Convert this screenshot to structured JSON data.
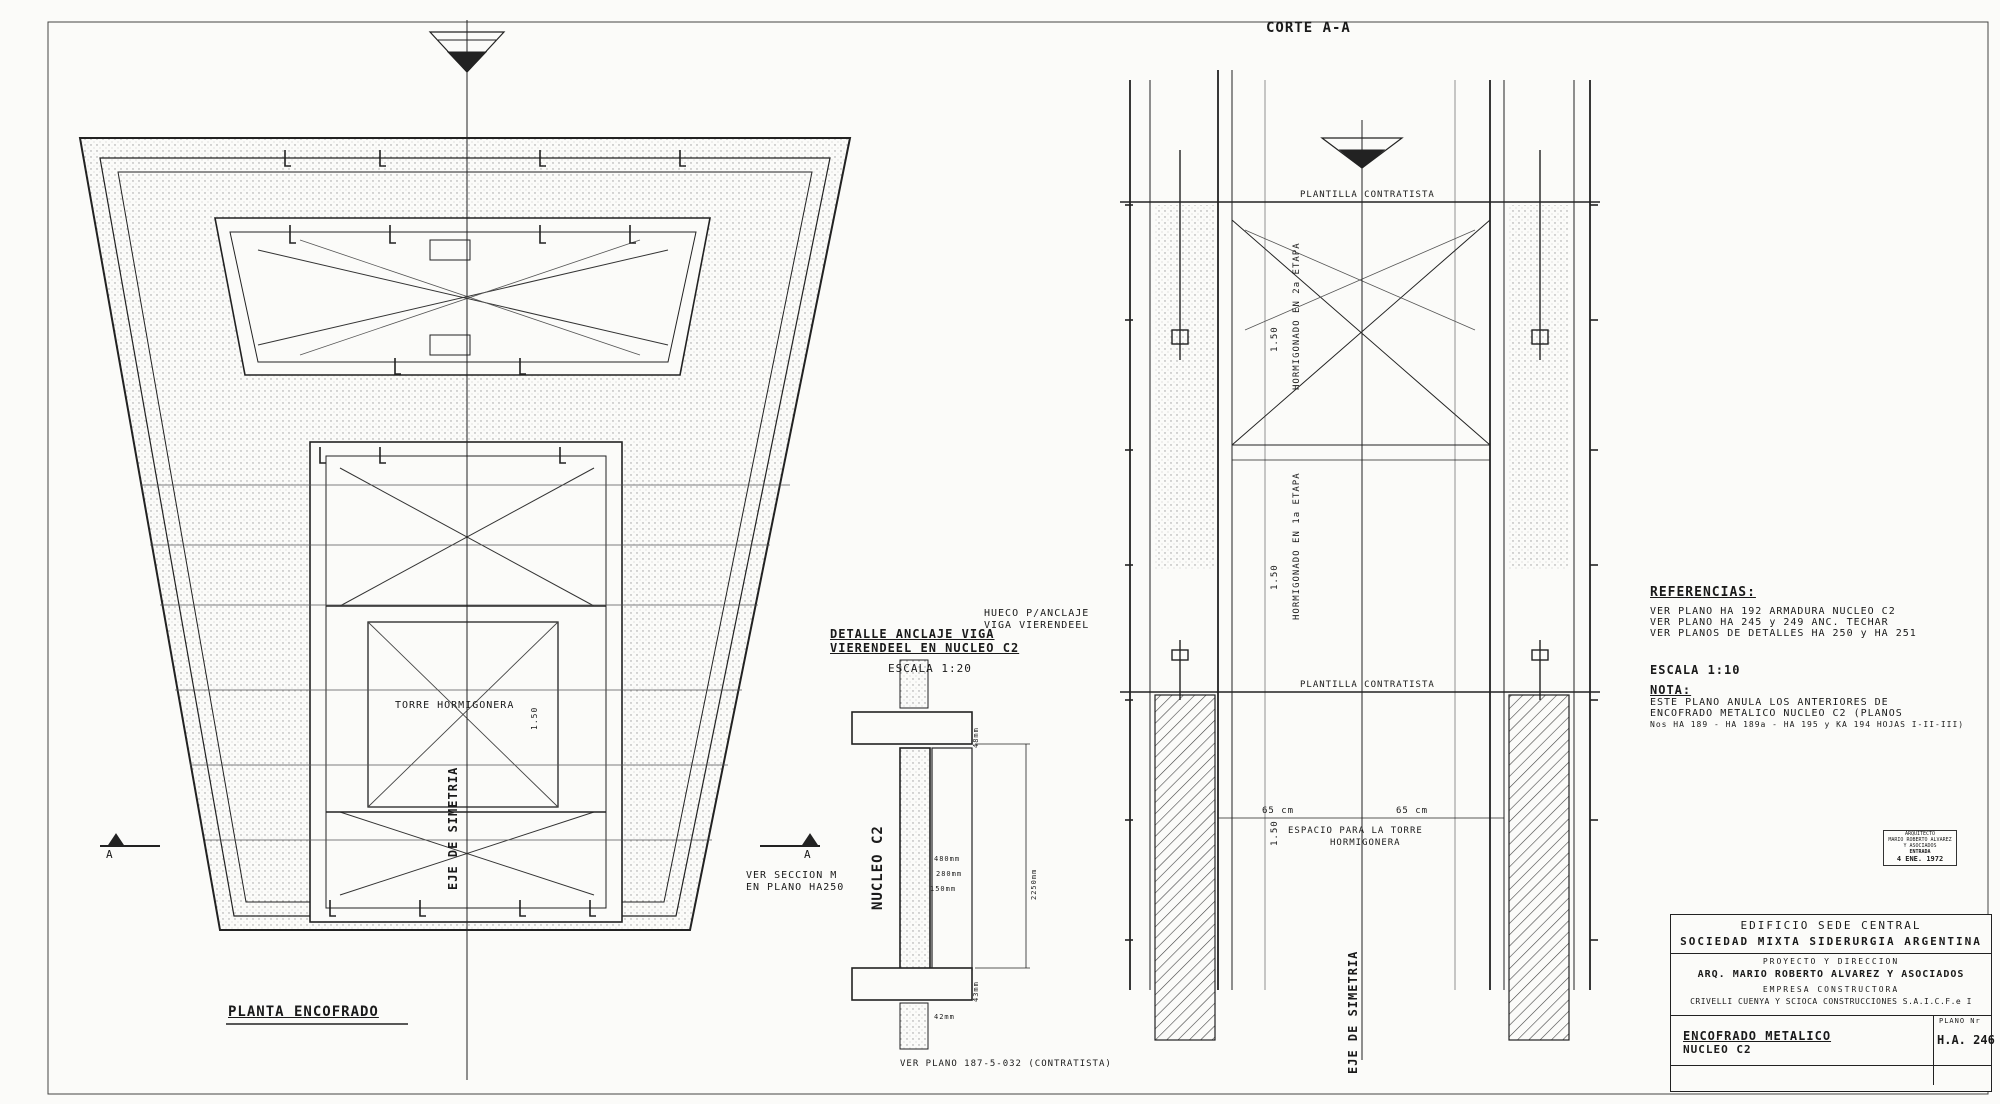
{
  "drawing": {
    "plan_title": "PLANTA ENCOFRADO",
    "section_title": "CORTE A-A",
    "axis_label": "EJE DE SIMETRIA",
    "section_marker": "A",
    "tower_label": "TORRE HORMIGONERA",
    "dim_150": "1.50",
    "see_section": [
      "VER SECCION M",
      "EN PLANO HA250"
    ]
  },
  "detail": {
    "title_line1": "DETALLE ANCLAJE VIGA",
    "title_line2": "VIERENDEEL EN NUCLEO C2",
    "scale": "ESCALA 1:20",
    "hole_note": [
      "HUECO P/ANCLAJE",
      "VIGA VIERENDEEL"
    ],
    "core_label": "NUCLEO C2",
    "see_plan": "VER PLANO 187-5-032 (CONTRATISTA)",
    "dims": [
      "48mm",
      "2250mm",
      "43mm",
      "480mm",
      "280mm",
      "150mm",
      "42mm"
    ]
  },
  "section": {
    "plantilla_top": "PLANTILLA CONTRATISTA",
    "plantilla_mid": "PLANTILLA CONTRATISTA",
    "stage2": "HORMIGONADO EN 2a ETAPA",
    "stage1": "HORMIGONADO EN 1a ETAPA",
    "space_note": [
      "ESPACIO PARA LA TORRE",
      "HORMIGONERA"
    ],
    "dim_left": "65 cm",
    "dim_right": "65 cm"
  },
  "references": {
    "heading": "REFERENCIAS:",
    "lines": [
      "VER PLANO HA 192 ARMADURA NUCLEO C2",
      "VER PLANO HA 245 y 249 ANC. TECHAR",
      "VER PLANOS DE DETALLES HA 250 y HA 251"
    ],
    "scale": "ESCALA 1:10",
    "note_heading": "NOTA:",
    "note_lines": [
      "ESTE PLANO ANULA LOS ANTERIORES DE",
      "ENCOFRADO METALICO NUCLEO C2 (PLANOS",
      "Nos HA 189 - HA 189a - HA 195 y KA 194 HOJAS I-II-III)"
    ]
  },
  "stamp": {
    "line1": "ARQUITECTO",
    "line2": "MARIO ROBERTO ALVAREZ",
    "line3": "Y ASOCIADOS",
    "line4": "ENTRADA",
    "date": "4 ENE. 1972"
  },
  "title_block": {
    "building": "EDIFICIO SEDE CENTRAL",
    "client": "SOCIEDAD MIXTA SIDERURGIA ARGENTINA",
    "project_label": "PROYECTO Y DIRECCION",
    "architect": "ARQ. MARIO ROBERTO ALVAREZ Y ASOCIADOS",
    "company_label": "EMPRESA CONSTRUCTORA",
    "contractor": "CRIVELLI CUENYA Y SCIOCA CONSTRUCCIONES S.A.I.C.F.e I",
    "sheet_title_1": "ENCOFRADO METALICO",
    "sheet_title_2": "NUCLEO C2",
    "plan_no_label": "PLANO Nr",
    "plan_no": "H.A. 246"
  },
  "colors": {
    "ink": "#1a1a1a",
    "paper": "#fbfbf9",
    "hatch": "#555555"
  }
}
